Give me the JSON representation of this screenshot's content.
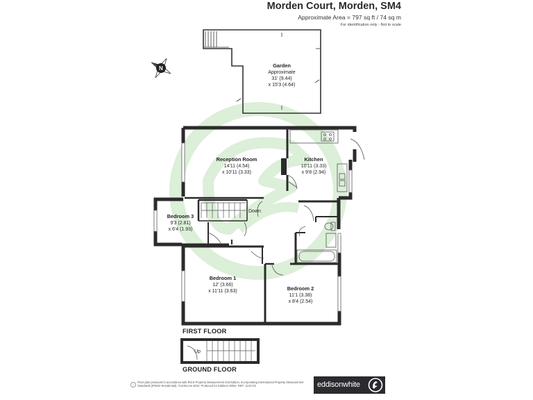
{
  "header": {
    "title": "Morden Court, Morden, SM4",
    "area": "Approximate Area = 797 sq ft / 74 sq m",
    "identification": "For identification only - Not to scale"
  },
  "rooms": {
    "garden": {
      "name": "Garden",
      "line2": "Approximate",
      "dim1": "31' (9.44)",
      "dim2": "x 15'3 (4.64)"
    },
    "reception": {
      "name": "Reception Room",
      "dim1": "14'11 (4.54)",
      "dim2": "x 10'11 (3.33)"
    },
    "kitchen": {
      "name": "Kitchen",
      "dim1": "10'11 (3.33)",
      "dim2": "x 9'8 (2.94)"
    },
    "bedroom3": {
      "name": "Bedroom 3",
      "dim1": "9'3 (2.81)",
      "dim2": "x 6'4 (1.93)"
    },
    "bedroom1": {
      "name": "Bedroom 1",
      "dim1": "12' (3.66)",
      "dim2": "x 11'11 (3.63)"
    },
    "bedroom2": {
      "name": "Bedroom 2",
      "dim1": "11'1 (3.38)",
      "dim2": "x 8'4 (2.54)"
    }
  },
  "stairs": {
    "down": "Down",
    "up": "Up"
  },
  "floors": {
    "first": "FIRST FLOOR",
    "ground": "GROUND FLOOR"
  },
  "compass": {
    "letter": "N"
  },
  "footer": {
    "disclaimer": "Floor plan produced in accordance with RICS Property Measurement 2nd Edition, Incorporating International Property Measurement Standards (IPMS2 Residential). ©nichecom 2024. Produced for Eddison White.  REF: 1131742",
    "brand_part1": "eddison",
    "brand_part2": "white"
  },
  "colors": {
    "wall": "#2b2b2b",
    "watermark": "#dcefd8",
    "brand_bg": "#2b2a2f"
  }
}
